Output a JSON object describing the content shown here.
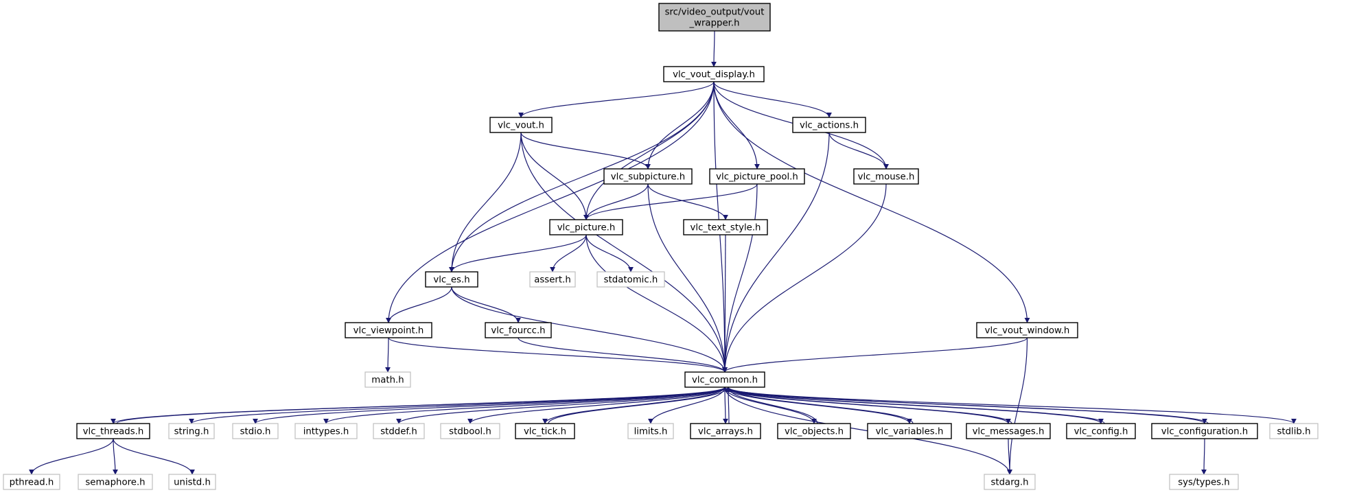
{
  "diagram": {
    "type": "include-dependency-graph",
    "colors": {
      "edge": "#191970",
      "root_fill": "#bfbfbf",
      "node_border": "#000000",
      "system_border": "#bfbfbf"
    },
    "nodes": [
      {
        "id": "vout_wrapper",
        "label": [
          "src/video_output/vout",
          "_wrapper.h"
        ],
        "kind": "root"
      },
      {
        "id": "vlc_vout_display",
        "label": [
          "vlc_vout_display.h"
        ],
        "kind": "local"
      },
      {
        "id": "vlc_vout",
        "label": [
          "vlc_vout.h"
        ],
        "kind": "local"
      },
      {
        "id": "vlc_actions",
        "label": [
          "vlc_actions.h"
        ],
        "kind": "local"
      },
      {
        "id": "vlc_subpicture",
        "label": [
          "vlc_subpicture.h"
        ],
        "kind": "local"
      },
      {
        "id": "vlc_picture_pool",
        "label": [
          "vlc_picture_pool.h"
        ],
        "kind": "local"
      },
      {
        "id": "vlc_mouse",
        "label": [
          "vlc_mouse.h"
        ],
        "kind": "local"
      },
      {
        "id": "vlc_picture",
        "label": [
          "vlc_picture.h"
        ],
        "kind": "local"
      },
      {
        "id": "vlc_text_style",
        "label": [
          "vlc_text_style.h"
        ],
        "kind": "local"
      },
      {
        "id": "vlc_es",
        "label": [
          "vlc_es.h"
        ],
        "kind": "local"
      },
      {
        "id": "assert",
        "label": [
          "assert.h"
        ],
        "kind": "system"
      },
      {
        "id": "stdatomic",
        "label": [
          "stdatomic.h"
        ],
        "kind": "system"
      },
      {
        "id": "vlc_viewpoint",
        "label": [
          "vlc_viewpoint.h"
        ],
        "kind": "local"
      },
      {
        "id": "vlc_fourcc",
        "label": [
          "vlc_fourcc.h"
        ],
        "kind": "local"
      },
      {
        "id": "vlc_vout_window",
        "label": [
          "vlc_vout_window.h"
        ],
        "kind": "local"
      },
      {
        "id": "math",
        "label": [
          "math.h"
        ],
        "kind": "system"
      },
      {
        "id": "vlc_common",
        "label": [
          "vlc_common.h"
        ],
        "kind": "local"
      },
      {
        "id": "vlc_threads",
        "label": [
          "vlc_threads.h"
        ],
        "kind": "local"
      },
      {
        "id": "string",
        "label": [
          "string.h"
        ],
        "kind": "system"
      },
      {
        "id": "stdio",
        "label": [
          "stdio.h"
        ],
        "kind": "system"
      },
      {
        "id": "inttypes",
        "label": [
          "inttypes.h"
        ],
        "kind": "system"
      },
      {
        "id": "stddef",
        "label": [
          "stddef.h"
        ],
        "kind": "system"
      },
      {
        "id": "stdbool",
        "label": [
          "stdbool.h"
        ],
        "kind": "system"
      },
      {
        "id": "vlc_tick",
        "label": [
          "vlc_tick.h"
        ],
        "kind": "local"
      },
      {
        "id": "limits",
        "label": [
          "limits.h"
        ],
        "kind": "system"
      },
      {
        "id": "vlc_arrays",
        "label": [
          "vlc_arrays.h"
        ],
        "kind": "local"
      },
      {
        "id": "vlc_objects",
        "label": [
          "vlc_objects.h"
        ],
        "kind": "local"
      },
      {
        "id": "vlc_variables",
        "label": [
          "vlc_variables.h"
        ],
        "kind": "local"
      },
      {
        "id": "vlc_messages",
        "label": [
          "vlc_messages.h"
        ],
        "kind": "local"
      },
      {
        "id": "vlc_config",
        "label": [
          "vlc_config.h"
        ],
        "kind": "local"
      },
      {
        "id": "vlc_configuration",
        "label": [
          "vlc_configuration.h"
        ],
        "kind": "local"
      },
      {
        "id": "stdlib",
        "label": [
          "stdlib.h"
        ],
        "kind": "system"
      },
      {
        "id": "pthread",
        "label": [
          "pthread.h"
        ],
        "kind": "system"
      },
      {
        "id": "semaphore",
        "label": [
          "semaphore.h"
        ],
        "kind": "system"
      },
      {
        "id": "unistd",
        "label": [
          "unistd.h"
        ],
        "kind": "system"
      },
      {
        "id": "stdarg",
        "label": [
          "stdarg.h"
        ],
        "kind": "system"
      },
      {
        "id": "sys_types",
        "label": [
          "sys/types.h"
        ],
        "kind": "system"
      }
    ],
    "edges": [
      [
        "vout_wrapper",
        "vlc_vout_display"
      ],
      [
        "vlc_vout_display",
        "vlc_vout"
      ],
      [
        "vlc_vout_display",
        "vlc_actions"
      ],
      [
        "vlc_vout_display",
        "vlc_subpicture"
      ],
      [
        "vlc_vout_display",
        "vlc_picture_pool"
      ],
      [
        "vlc_vout_display",
        "vlc_mouse"
      ],
      [
        "vlc_vout_display",
        "vlc_picture"
      ],
      [
        "vlc_vout_display",
        "vlc_es"
      ],
      [
        "vlc_vout_display",
        "vlc_viewpoint"
      ],
      [
        "vlc_vout_display",
        "vlc_common"
      ],
      [
        "vlc_vout_display",
        "vlc_vout_window"
      ],
      [
        "vlc_vout",
        "vlc_subpicture"
      ],
      [
        "vlc_vout",
        "vlc_picture"
      ],
      [
        "vlc_vout",
        "vlc_es"
      ],
      [
        "vlc_vout",
        "vlc_common"
      ],
      [
        "vlc_actions",
        "vlc_mouse"
      ],
      [
        "vlc_actions",
        "vlc_common"
      ],
      [
        "vlc_subpicture",
        "vlc_picture"
      ],
      [
        "vlc_subpicture",
        "vlc_text_style"
      ],
      [
        "vlc_subpicture",
        "vlc_common"
      ],
      [
        "vlc_picture_pool",
        "vlc_picture"
      ],
      [
        "vlc_picture_pool",
        "vlc_common"
      ],
      [
        "vlc_mouse",
        "vlc_common"
      ],
      [
        "vlc_picture",
        "vlc_es"
      ],
      [
        "vlc_picture",
        "assert"
      ],
      [
        "vlc_picture",
        "stdatomic"
      ],
      [
        "vlc_picture",
        "vlc_common"
      ],
      [
        "vlc_text_style",
        "vlc_common"
      ],
      [
        "vlc_es",
        "vlc_viewpoint"
      ],
      [
        "vlc_es",
        "vlc_fourcc"
      ],
      [
        "vlc_es",
        "vlc_common"
      ],
      [
        "vlc_viewpoint",
        "math"
      ],
      [
        "vlc_viewpoint",
        "vlc_common"
      ],
      [
        "vlc_fourcc",
        "vlc_common"
      ],
      [
        "vlc_vout_window",
        "vlc_common"
      ],
      [
        "vlc_vout_window",
        "stdarg"
      ],
      [
        "vlc_common",
        "vlc_threads"
      ],
      [
        "vlc_common",
        "string"
      ],
      [
        "vlc_common",
        "stdio"
      ],
      [
        "vlc_common",
        "inttypes"
      ],
      [
        "vlc_common",
        "stddef"
      ],
      [
        "vlc_common",
        "stdbool"
      ],
      [
        "vlc_common",
        "vlc_tick"
      ],
      [
        "vlc_common",
        "limits"
      ],
      [
        "vlc_common",
        "vlc_arrays"
      ],
      [
        "vlc_common",
        "vlc_objects"
      ],
      [
        "vlc_common",
        "vlc_variables"
      ],
      [
        "vlc_common",
        "vlc_messages"
      ],
      [
        "vlc_common",
        "vlc_config"
      ],
      [
        "vlc_common",
        "vlc_configuration"
      ],
      [
        "vlc_common",
        "stdlib"
      ],
      [
        "vlc_common",
        "stdarg"
      ],
      [
        "vlc_threads",
        "vlc_common"
      ],
      [
        "vlc_threads",
        "pthread"
      ],
      [
        "vlc_threads",
        "semaphore"
      ],
      [
        "vlc_threads",
        "unistd"
      ],
      [
        "vlc_tick",
        "vlc_common"
      ],
      [
        "vlc_arrays",
        "vlc_common"
      ],
      [
        "vlc_objects",
        "vlc_common"
      ],
      [
        "vlc_variables",
        "vlc_common"
      ],
      [
        "vlc_messages",
        "vlc_common"
      ],
      [
        "vlc_messages",
        "stdarg"
      ],
      [
        "vlc_config",
        "vlc_common"
      ],
      [
        "vlc_configuration",
        "vlc_common"
      ],
      [
        "vlc_configuration",
        "sys_types"
      ]
    ]
  }
}
